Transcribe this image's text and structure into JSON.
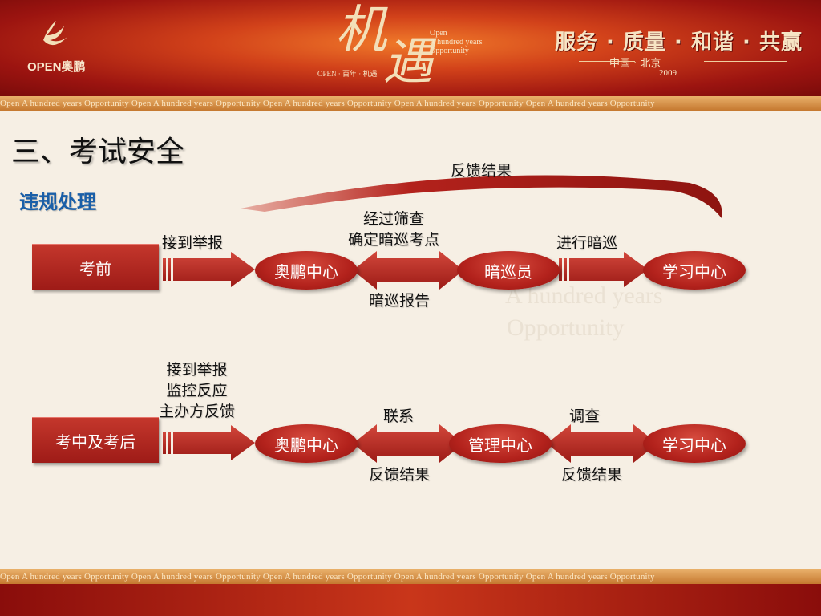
{
  "header": {
    "logo_text": "OPEN奥鹏",
    "calligraphy_1": "机",
    "calligraphy_2": "遇",
    "open_subtitle": "OPEN · 百年 · 机遇",
    "english_lines": "Open\nA hundred years\nOpportunity",
    "slogan": "服务 · 质量 · 和谐 · 共赢",
    "city": "中国 · 北京",
    "year": "2009",
    "strip_text": "Open A hundred years Opportunity  Open A hundred years Opportunity  Open A hundred years Opportunity  Open A hundred years Opportunity  Open A hundred years Opportunity"
  },
  "page": {
    "title": "三、考试安全",
    "subtitle": "违规处理"
  },
  "flow1": {
    "start": "考前",
    "nodes": [
      "奥鹏中心",
      "暗巡员",
      "学习中心"
    ],
    "arrow_label_1": "接到举报",
    "upper_label": "经过筛查\n确定暗巡考点",
    "lower_label": "暗巡报告",
    "arrow_label_3": "进行暗巡",
    "feedback_label": "反馈结果"
  },
  "flow2": {
    "start": "考中及考后",
    "nodes": [
      "奥鹏中心",
      "管理中心",
      "学习中心"
    ],
    "arrow_label_1": "接到举报\n监控反应\n主办方反馈",
    "upper_label_1": "联系",
    "lower_label_1": "反馈结果",
    "upper_label_2": "调查",
    "lower_label_2": "反馈结果"
  },
  "colors": {
    "node_red": "#b3221c",
    "title_blue": "#1a5fa8",
    "arrow_red": "#b82a22"
  }
}
